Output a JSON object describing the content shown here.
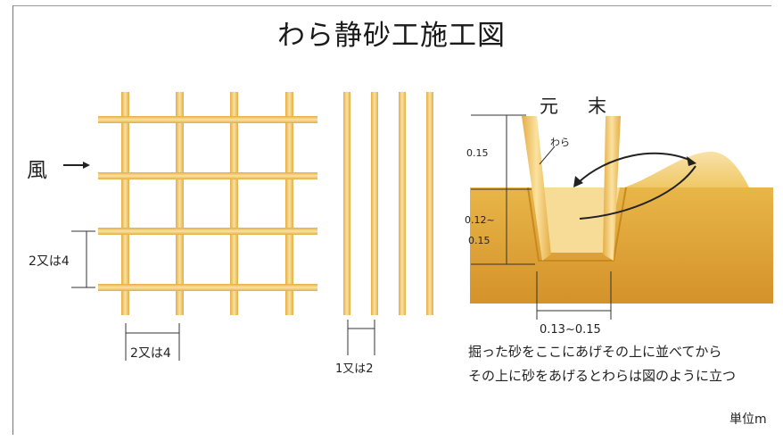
{
  "title": "わら静砂工施工図",
  "wind_label": "風",
  "grid_spacing_vertical_label": "2又は4",
  "grid_spacing_horizontal_label": "2又は4",
  "line_spacing_label": "1又は2",
  "section": {
    "top_label": "元　末",
    "straw_label": "わら",
    "dim_depth_top": "0.15",
    "dim_depth_lower_1": "0.12~",
    "dim_depth_lower_2": "0.15",
    "dim_width": "0.13~0.15"
  },
  "caption_line1": "掘った砂をここにあげその上に並べてから",
  "caption_line2": "その上に砂をあげるとわらは図のように立つ",
  "unit_label": "単位m",
  "colors": {
    "straw": "#f2c86a",
    "straw_edge": "#d9a641",
    "sand_dark": "#d89a2a",
    "sand_light": "#f3d78e"
  }
}
